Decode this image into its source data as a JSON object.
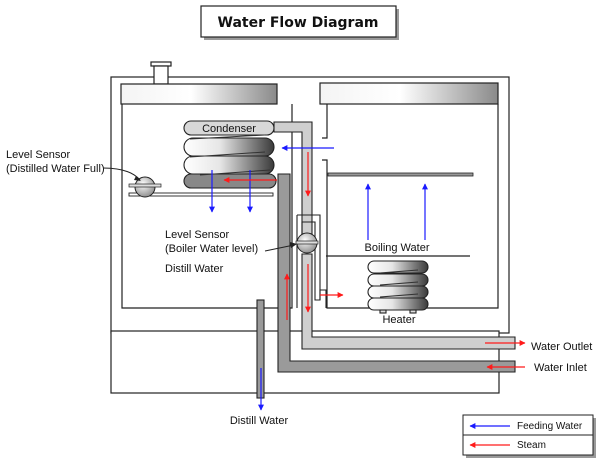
{
  "title": "Water Flow Diagram",
  "labels": {
    "condenser": "Condenser",
    "level_sensor_full_line1": "Level Sensor",
    "level_sensor_full_line2": "(Distilled Water Full)",
    "level_sensor_boiler_line1": "Level Sensor",
    "level_sensor_boiler_line2": "(Boiler Water level)",
    "distill_water_tank": "Distill Water",
    "boiling_water": "Boiling Water",
    "heater": "Heater",
    "water_outlet": "Water Outlet",
    "water_inlet": "Water Inlet",
    "distill_water_out": "Distill Water"
  },
  "legend": {
    "items": [
      {
        "label": "Feeding Water",
        "color": "#1a1aff"
      },
      {
        "label": "Steam",
        "color": "#ff1a1a"
      }
    ]
  },
  "colors": {
    "feeding_water": "#1a1aff",
    "steam": "#ff1a1a",
    "outline": "#222222",
    "pipe_light": "#cfcfcf",
    "pipe_dark": "#9a9a9a"
  }
}
